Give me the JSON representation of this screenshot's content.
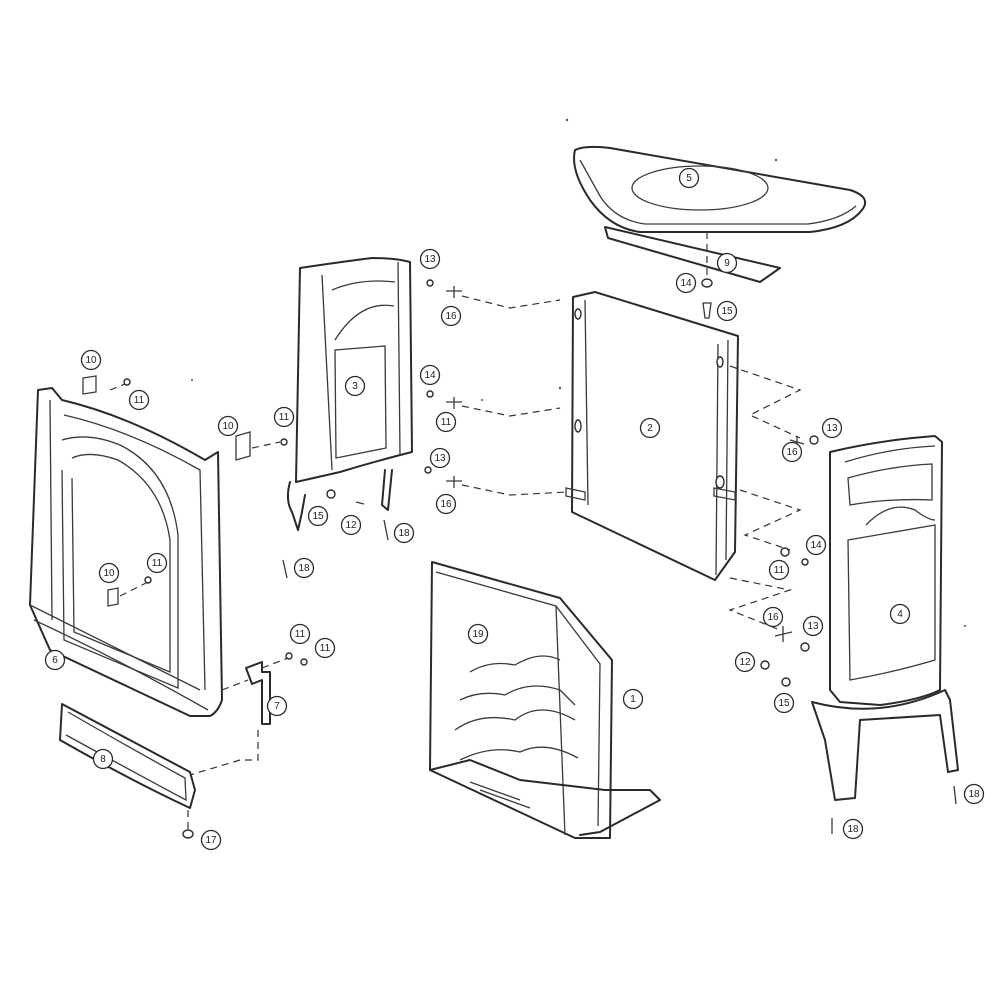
{
  "diagram": {
    "callouts": [
      {
        "id": "c-1",
        "label": "1"
      },
      {
        "id": "c-2",
        "label": "2"
      },
      {
        "id": "c-3",
        "label": "3"
      },
      {
        "id": "c-4",
        "label": "4"
      },
      {
        "id": "c-5",
        "label": "5"
      },
      {
        "id": "c-6",
        "label": "6"
      },
      {
        "id": "c-7",
        "label": "7"
      },
      {
        "id": "c-8",
        "label": "8"
      },
      {
        "id": "c-9",
        "label": "9"
      },
      {
        "id": "c-19",
        "label": "19"
      },
      {
        "id": "c-10a",
        "label": "10"
      },
      {
        "id": "c-10b",
        "label": "10"
      },
      {
        "id": "c-10c",
        "label": "10"
      },
      {
        "id": "c-11a",
        "label": "11"
      },
      {
        "id": "c-11b",
        "label": "11"
      },
      {
        "id": "c-11c",
        "label": "11"
      },
      {
        "id": "c-11d",
        "label": "11"
      },
      {
        "id": "c-11e",
        "label": "11"
      },
      {
        "id": "c-11f",
        "label": "11"
      },
      {
        "id": "c-11g",
        "label": "11"
      },
      {
        "id": "c-12a",
        "label": "12"
      },
      {
        "id": "c-12b",
        "label": "12"
      },
      {
        "id": "c-13a",
        "label": "13"
      },
      {
        "id": "c-13b",
        "label": "13"
      },
      {
        "id": "c-13c",
        "label": "13"
      },
      {
        "id": "c-13d",
        "label": "13"
      },
      {
        "id": "c-14a",
        "label": "14"
      },
      {
        "id": "c-14b",
        "label": "14"
      },
      {
        "id": "c-14c",
        "label": "14"
      },
      {
        "id": "c-15a",
        "label": "15"
      },
      {
        "id": "c-15b",
        "label": "15"
      },
      {
        "id": "c-15c",
        "label": "15"
      },
      {
        "id": "c-16a",
        "label": "16"
      },
      {
        "id": "c-16b",
        "label": "16"
      },
      {
        "id": "c-16c",
        "label": "16"
      },
      {
        "id": "c-16d",
        "label": "16"
      },
      {
        "id": "c-17",
        "label": "17"
      },
      {
        "id": "c-18a",
        "label": "18"
      },
      {
        "id": "c-18b",
        "label": "18"
      },
      {
        "id": "c-18c",
        "label": "18"
      },
      {
        "id": "c-18d",
        "label": "18"
      }
    ]
  }
}
